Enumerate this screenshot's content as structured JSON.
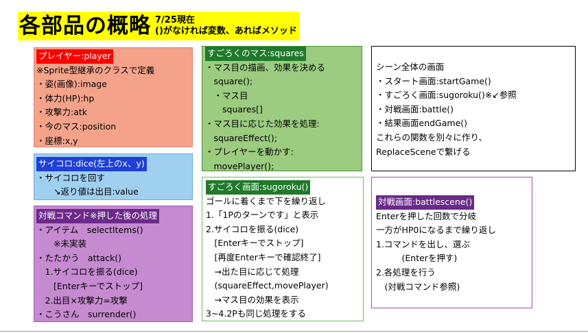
{
  "title": {
    "main": "各部品の概略",
    "sub1": "7/25現在",
    "sub2": "()がなければ変数、あればメソッド"
  },
  "player_box": {
    "header": "プレイヤー:player",
    "lines": [
      "※Sprite型継承のクラスで定義",
      "・姿(画像):image",
      "・体力(HP):hp",
      "・攻撃力:atk",
      "・今のマス:position",
      "・座標:x,y"
    ]
  },
  "dice_box": {
    "header": "サイコロ:dice(左上のx、y)",
    "lines": [
      "・サイコロを回す",
      "　　↘返り値は出目:value"
    ]
  },
  "battle_cmd_box": {
    "header": "対戦コマンド※押した後の処理",
    "lines": [
      "・アイテム　selectItems()",
      "　　※未実装",
      "・たたかう　attack()",
      "　1.サイコロを振る(dice)",
      "　　[Enterキーでストップ]",
      "　2.出目×攻撃力=攻撃",
      "・こうさん　surrender()"
    ]
  },
  "squares_box": {
    "header": "すごろくのマス:squares",
    "lines": [
      "・マス目の描画、効果を決める",
      "　square();",
      "　・マス目",
      "　　squares[]",
      "・マス目に応じた効果を処理:",
      "　squareEffect();",
      "・プレイヤーを動かす:",
      "　movePlayer();"
    ]
  },
  "scene_box": {
    "lines": [
      "シーン全体の画面",
      "・スタート画面:startGame()",
      "・すごろく画面:sugoroku()※↙参照",
      "・対戦画面:battle()",
      "・結果画面endGame()",
      "これらの関数を別々に作り、",
      "ReplaceSceneで繋げる"
    ]
  },
  "sugoroku_box": {
    "header": "すごろく画面:sugoroku()",
    "lines": [
      "ゴールに着くまで下を繰り返し",
      "1.「1Pのターンです」と表示",
      "2.サイコロを振る(dice)",
      "　[Enterキーでストップ]",
      "　[再度Enterキーで確認終了]",
      "　→出た目に応じて処理",
      "　(squareEffect,movePlayer)",
      "　→マス目の効果を表示",
      "3~4.2Pも同じ処理をする"
    ]
  },
  "battlescene_box": {
    "header": "対戦画面:battlescene()",
    "lines": [
      "Enterを押した回数で分岐",
      "一方がHP0になるまで繰り返し",
      "1.コマンドを出し、選ぶ",
      "　　　(Enterを押す)",
      "2.各処理を行う",
      "　(対戦コマンド参照)"
    ]
  }
}
